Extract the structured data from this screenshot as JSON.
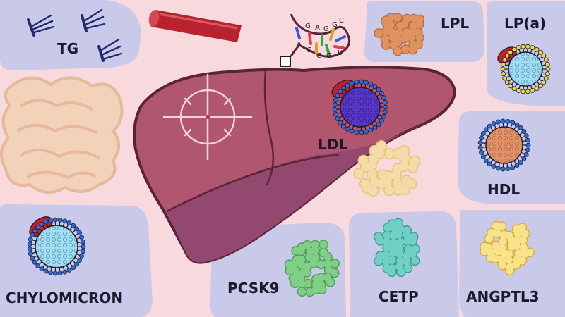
{
  "labels": {
    "tg": "TG",
    "lpl": "LPL",
    "lpa": "LP(a)",
    "ldl": "LDL",
    "hdl": "HDL",
    "chylomicron": "CHYLOMICRON",
    "pcsk9": "PCSK9",
    "cetp": "CETP",
    "angptl3": "ANGPTL3"
  },
  "dna_letters": [
    "G",
    "A",
    "G",
    "G",
    "C",
    "A",
    "C",
    "G",
    "G",
    "U"
  ],
  "colors": {
    "background": "#f7d9de",
    "panel": "#c9c9ea",
    "liver": "#b0566e",
    "liver_dark": "#92486f",
    "liver_outline": "#5a2438",
    "blood_vessel": "#b8232f",
    "lpl_protein": "#e0925f",
    "ldl_core": "#5637c6",
    "lpa_core": "#a6dcef",
    "hdl_core": "#e0926a",
    "chylomicron_core": "#a6dcef",
    "apo_red": "#c2202c",
    "pcsk9_protein": "#7fcf84",
    "cetp_protein": "#6fd0c4",
    "angptl3_protein": "#f7e38a",
    "fat_cell": "#f4dca8",
    "intestine": "#f2d2b8"
  }
}
